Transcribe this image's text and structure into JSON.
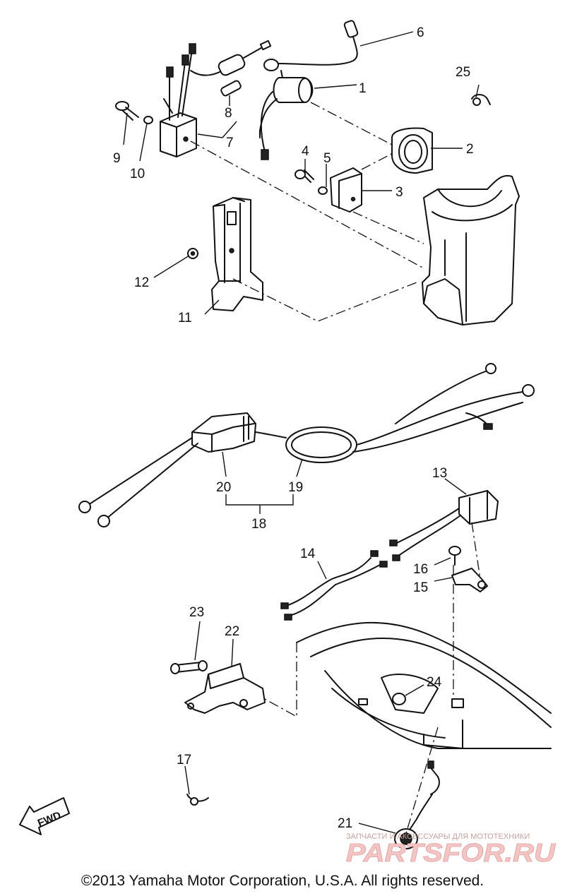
{
  "callouts": {
    "c1": "1",
    "c2": "2",
    "c3": "3",
    "c4": "4",
    "c5": "5",
    "c6": "6",
    "c7": "7",
    "c8": "8",
    "c9": "9",
    "c10": "10",
    "c11": "11",
    "c12": "12",
    "c13": "13",
    "c14": "14",
    "c15": "15",
    "c16": "16",
    "c17": "17",
    "c18": "18",
    "c19": "19",
    "c20": "20",
    "c21": "21",
    "c22": "22",
    "c23": "23",
    "c24": "24",
    "c25": "25"
  },
  "fwd_label": "FWD",
  "copyright": "©2013 Yamaha Motor Corporation, U.S.A. All rights reserved.",
  "watermark": {
    "tagline": "ЗАПЧАСТИ И АКСЕССУАРЫ ДЛЯ МОТОТЕХНИКИ",
    "logo": "PARTSFOR.RU"
  }
}
